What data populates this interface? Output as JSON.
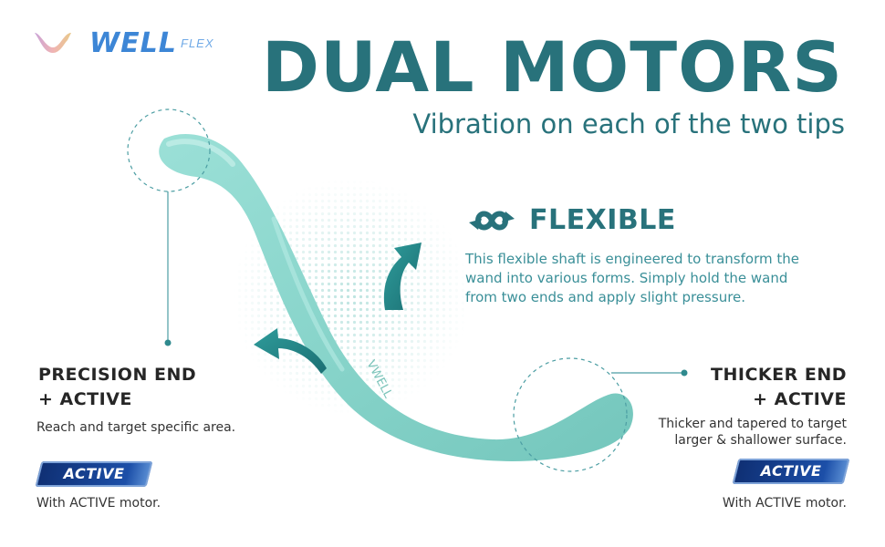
{
  "brand": {
    "logo_word": "WELL",
    "logo_suffix": "FLEX"
  },
  "header": {
    "title": "DUAL MOTORS",
    "subtitle": "Vibration on each of the two tips"
  },
  "flexible": {
    "heading": "FLEXIBLE",
    "description": "This flexible shaft is engineered to transform the wand into various forms. Simply hold the wand from two ends and apply slight pressure."
  },
  "product": {
    "engraving": "VWELL"
  },
  "precision": {
    "heading_line1": "PRECISION END",
    "heading_line2": "+ ACTIVE",
    "description": "Reach and target specific area.",
    "badge": "ACTIVE",
    "note": "With ACTIVE motor."
  },
  "thicker": {
    "heading_line1": "THICKER END",
    "heading_line2": "+ ACTIVE",
    "description_line1": "Thicker and tapered to target",
    "description_line2": "larger & shallower surface.",
    "badge": "ACTIVE",
    "note": "With ACTIVE motor."
  },
  "colors": {
    "teal_dark": "#28727b",
    "product": "#8fd8cf",
    "badge_blue": "#1c4fa8"
  }
}
